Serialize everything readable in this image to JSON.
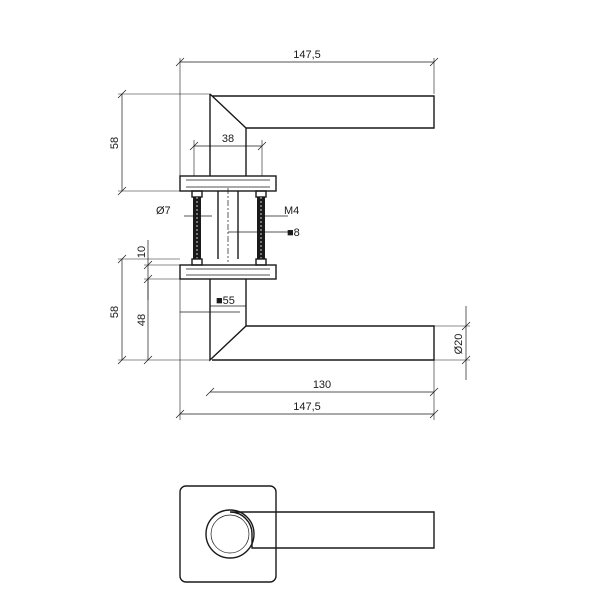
{
  "dimensions": {
    "top_width": "147,5",
    "top_height": "58",
    "rose_spacing": "38",
    "pin_diameter": "Ø7",
    "screw_thread": "M4",
    "spindle_square": "■8",
    "rose_thickness": "10",
    "bottom_height": "58",
    "bottom_height_inner": "48",
    "rose_square": "■55",
    "handle_diameter": "Ø20",
    "lever_length": "130",
    "bottom_width": "147,5"
  }
}
